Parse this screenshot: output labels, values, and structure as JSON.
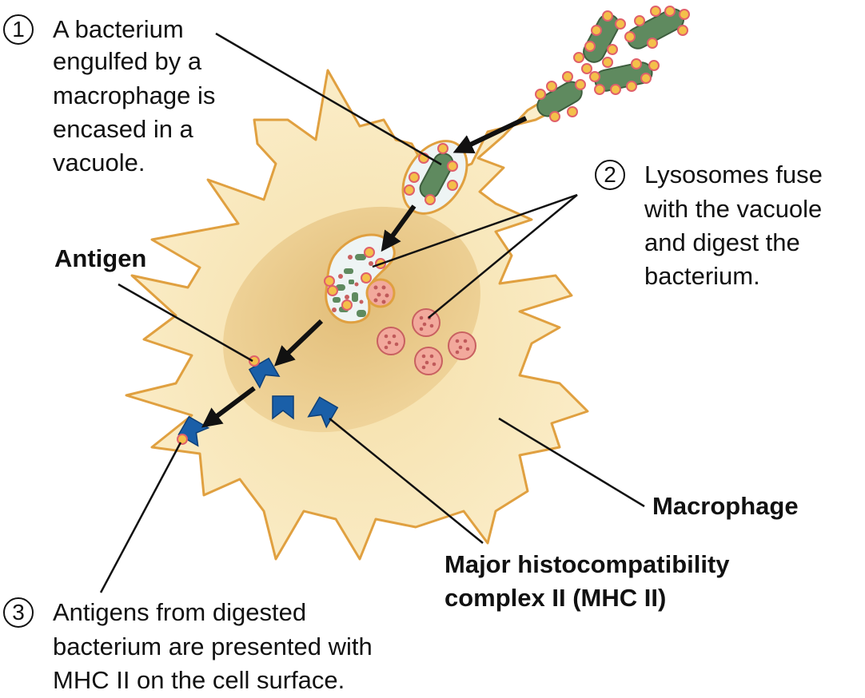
{
  "steps": [
    {
      "number": "1",
      "lines": [
        "A bacterium",
        "engulfed by a",
        "macrophage is",
        "encased in a",
        "vacuole."
      ]
    },
    {
      "number": "2",
      "lines": [
        "Lysosomes fuse",
        "with the vacuole",
        "and digest the",
        "bacterium."
      ]
    },
    {
      "number": "3",
      "lines": [
        "Antigens from digested",
        "bacterium are presented with",
        "MHC II on the cell surface."
      ]
    }
  ],
  "labels": {
    "antigen": "Antigen",
    "macrophage": "Macrophage",
    "mhc_line1": "Major histocompatibility",
    "mhc_line2": "complex II (MHC II)"
  },
  "colors": {
    "cell_fill": "#f8e6bc",
    "cell_outline": "#e0a040",
    "nucleus": "#e9c88a",
    "bacterium": "#5f8a5f",
    "antigen_dot": "#f4c04a",
    "antigen_ring": "#e0606a",
    "lysosome": "#f2a99c",
    "mhc": "#1a5fa8"
  }
}
